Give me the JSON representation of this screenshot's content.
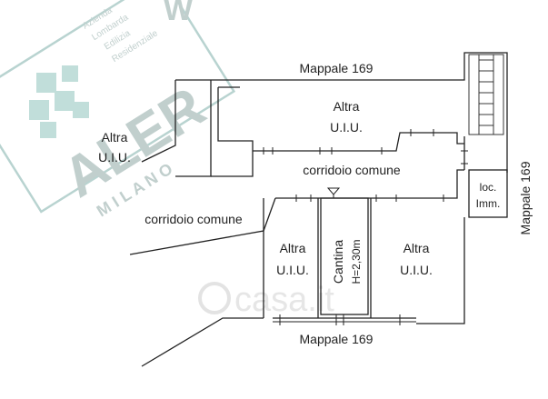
{
  "labels": {
    "mappale_top": "Mappale 169",
    "mappale_bottom": "Mappale 169",
    "mappale_right": "Mappale 169",
    "altra_top_line1": "Altra",
    "altra_top_line2": "U.I.U.",
    "altra_left_line1": "Altra",
    "altra_left_line2": "U.I.U.",
    "corridoio_upper": "corridoio comune",
    "corridoio_lower": "corridoio comune",
    "loc_line1": "loc.",
    "loc_line2": "Imm.",
    "altra_mid_line1": "Altra",
    "altra_mid_line2": "U.I.U.",
    "cantina": "Cantina",
    "cantina_height": "H=2,30m",
    "altra_right_line1": "Altra",
    "altra_right_line2": "U.I.U."
  },
  "watermark": {
    "brand": "ALER",
    "sub": "M I L A N O",
    "lines": [
      "Azienda",
      "Lombarda",
      "Edilizia",
      "Residenziale"
    ],
    "corner_letter": "W",
    "casa_mark": "casa.it",
    "color": "#6f9a96"
  }
}
